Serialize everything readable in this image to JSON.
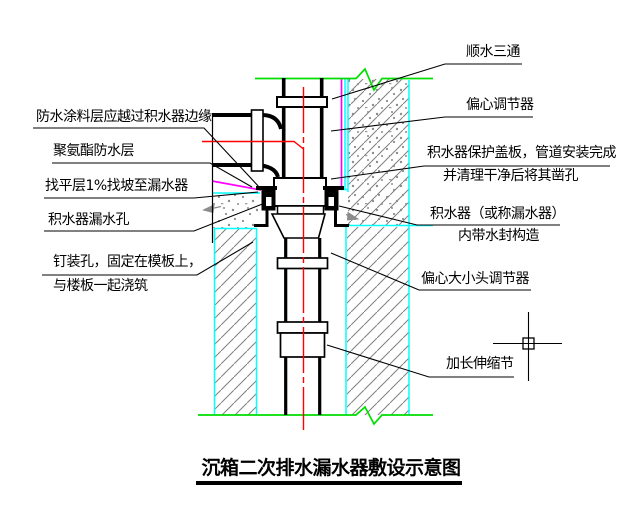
{
  "drawing_title": {
    "text": "沉箱二次排水漏水器敷设示意图"
  },
  "callouts_left": [
    {
      "text": "防水涂料层应越过积水器边缘"
    },
    {
      "text": "聚氨酯防水层"
    },
    {
      "text": "找平层1%找坡至漏水器"
    },
    {
      "text": "积水器漏水孔"
    },
    {
      "text": "钉装孔，固定在模板上，"
    },
    {
      "text": "与楼板一起浇筑"
    }
  ],
  "callouts_right": [
    {
      "text": "顺水三通"
    },
    {
      "text": "偏心调节器"
    },
    {
      "text": "积水器保护盖板，管道安装完成"
    },
    {
      "text": "并清理干净后将其凿孔"
    },
    {
      "text": "积水器（或称漏水器）"
    },
    {
      "text": "内带水封构造"
    },
    {
      "text": "偏心大小头调节器"
    },
    {
      "text": "加长伸缩节"
    }
  ],
  "icons": {
    "cursor": "cad-crosshair"
  },
  "colors": {
    "line_black": "#000000",
    "centerline_red": "#ff0000",
    "slab_outline_cyan": "#00ffff",
    "waterproof_magenta": "#ff00ff",
    "ground_line_green": "#00dd00",
    "hatch_gray": "#7f7f7f",
    "background": "#ffffff"
  }
}
